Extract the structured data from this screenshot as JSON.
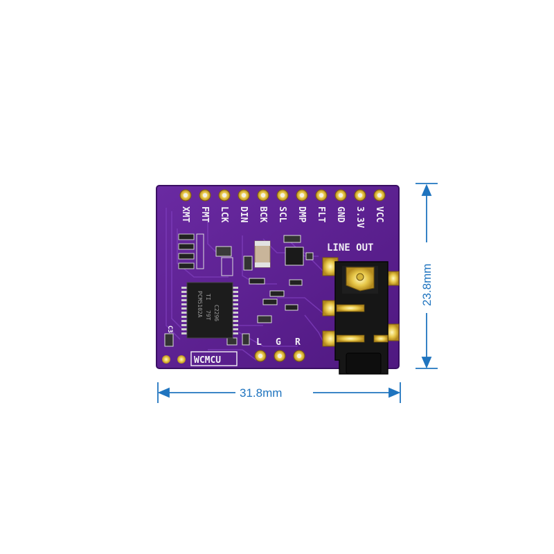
{
  "board": {
    "pcb_color": "#5a1e8f",
    "pin_labels": [
      "XMT",
      "FMT",
      "LCK",
      "DIN",
      "BCK",
      "SCL",
      "DMP",
      "FLT",
      "GND",
      "3.3V",
      "VCC"
    ],
    "line_out_label": "LINE OUT",
    "output_labels": [
      "L",
      "G",
      "R"
    ],
    "brand_label": "WCMCU",
    "cap_label": "C3",
    "chip": {
      "line1": "PCM5102A",
      "line2": "79T",
      "line3": "C2296",
      "logo": "TI"
    }
  },
  "dimensions": {
    "width_label": "31.8mm",
    "height_label": "23.8mm",
    "line_color": "#1f74bf"
  }
}
